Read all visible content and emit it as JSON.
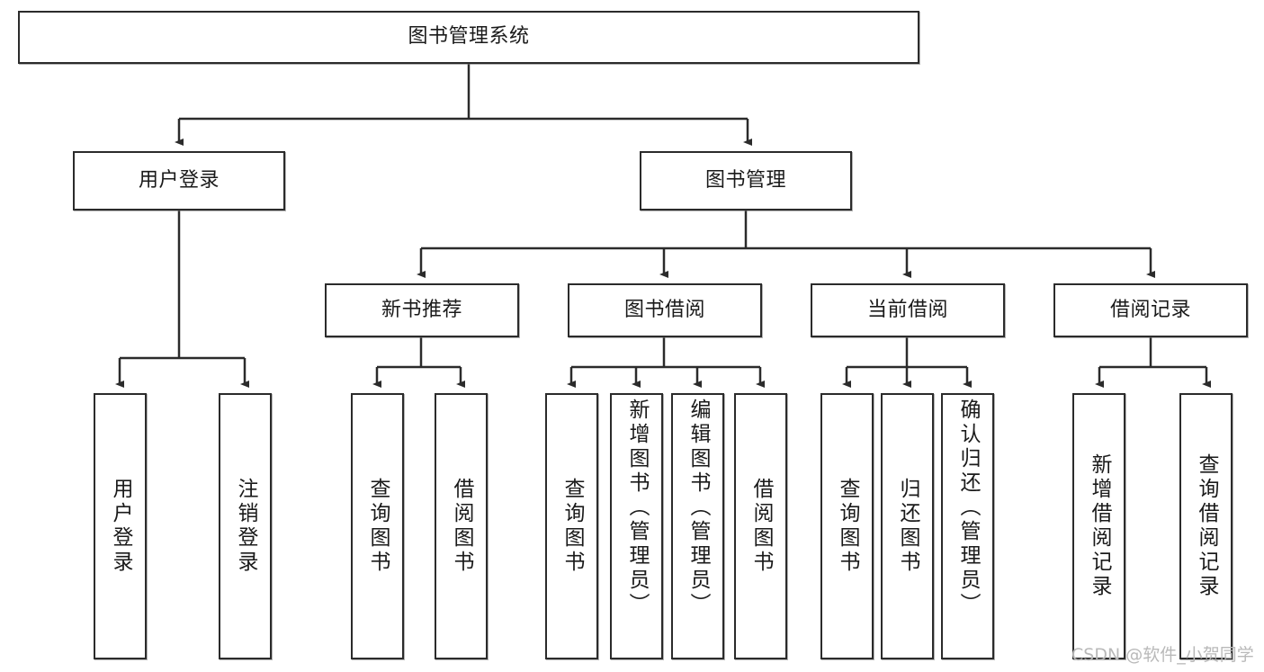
{
  "diagram": {
    "title": "图书管理系统",
    "type": "tree",
    "root": {
      "label": "图书管理系统"
    },
    "level2": [
      {
        "label": "用户登录"
      },
      {
        "label": "图书管理"
      }
    ],
    "level3": [
      {
        "label": "新书推荐",
        "parent": "图书管理"
      },
      {
        "label": "图书借阅",
        "parent": "图书管理"
      },
      {
        "label": "当前借阅",
        "parent": "图书管理"
      },
      {
        "label": "借阅记录",
        "parent": "图书管理"
      }
    ],
    "leaves": [
      {
        "label": "用户登录",
        "parent": "用户登录"
      },
      {
        "label": "注销登录",
        "parent": "用户登录"
      },
      {
        "label": "查询图书",
        "parent": "新书推荐"
      },
      {
        "label": "借阅图书",
        "parent": "新书推荐"
      },
      {
        "label": "查询图书",
        "parent": "图书借阅"
      },
      {
        "label": "新增图书（管理员）",
        "parent": "图书借阅"
      },
      {
        "label": "编辑图书（管理员）",
        "parent": "图书借阅"
      },
      {
        "label": "借阅图书",
        "parent": "图书借阅"
      },
      {
        "label": "查询图书",
        "parent": "当前借阅"
      },
      {
        "label": "归还图书",
        "parent": "当前借阅"
      },
      {
        "label": "确认归还（管理员）",
        "parent": "当前借阅"
      },
      {
        "label": "新增借阅记录",
        "parent": "借阅记录"
      },
      {
        "label": "查询借阅记录",
        "parent": "借阅记录"
      }
    ]
  },
  "watermark": {
    "text": "CSDN @软件_小贺同学"
  },
  "colors": {
    "stroke": "#2b2b2b",
    "fill": "#ffffff",
    "text": "#1a1a1a",
    "watermark": "#b9b9b9"
  }
}
